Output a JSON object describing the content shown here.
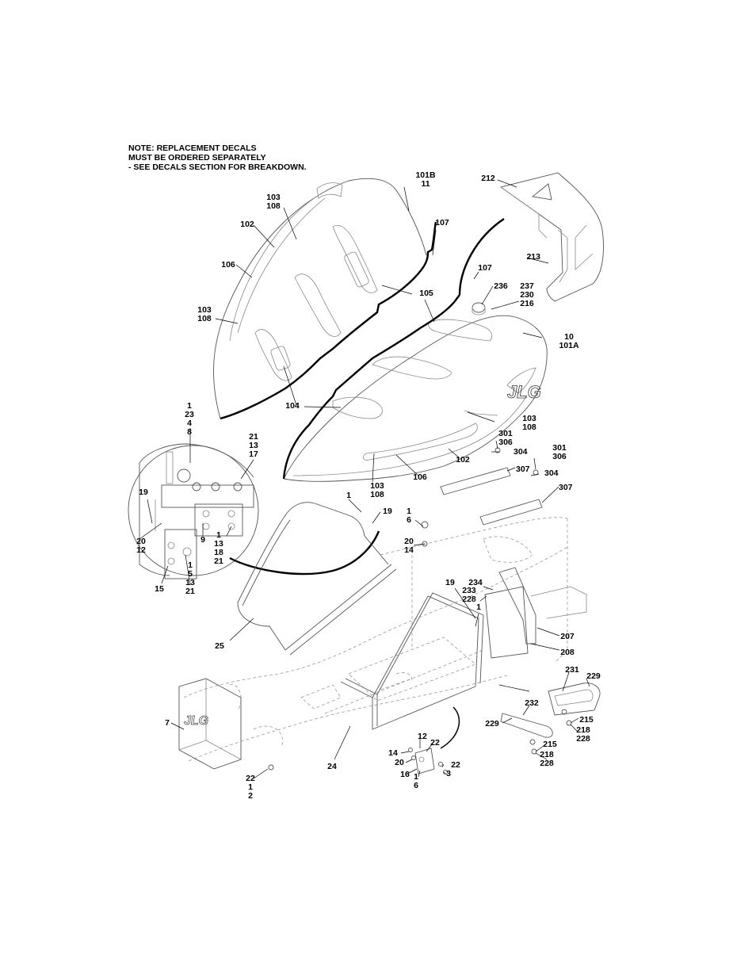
{
  "note": {
    "lines": [
      "NOTE: REPLACEMENT DECALS",
      "MUST BE ORDERED SEPARATELY",
      "- SEE DECALS SECTION FOR BREAKDOWN."
    ]
  },
  "logo_text": "JLG",
  "callouts": [
    {
      "id": "c01",
      "lines": [
        "101B",
        "11"
      ]
    },
    {
      "id": "c02",
      "lines": [
        "212"
      ]
    },
    {
      "id": "c03",
      "lines": [
        "103",
        "108"
      ]
    },
    {
      "id": "c04",
      "lines": [
        "102"
      ]
    },
    {
      "id": "c05",
      "lines": [
        "107"
      ]
    },
    {
      "id": "c06",
      "lines": [
        "213"
      ]
    },
    {
      "id": "c07",
      "lines": [
        "106"
      ]
    },
    {
      "id": "c08",
      "lines": [
        "107"
      ]
    },
    {
      "id": "c09",
      "lines": [
        "236"
      ]
    },
    {
      "id": "c10",
      "lines": [
        "237",
        "230",
        "216"
      ]
    },
    {
      "id": "c11",
      "lines": [
        "105"
      ]
    },
    {
      "id": "c12",
      "lines": [
        "103",
        "108"
      ]
    },
    {
      "id": "c13",
      "lines": [
        "10",
        "101A"
      ]
    },
    {
      "id": "c14",
      "lines": [
        "104"
      ]
    },
    {
      "id": "c15",
      "lines": [
        "1",
        "23",
        "4",
        "8"
      ]
    },
    {
      "id": "c16",
      "lines": [
        "103",
        "108"
      ]
    },
    {
      "id": "c17",
      "lines": [
        "21",
        "13",
        "17"
      ]
    },
    {
      "id": "c18",
      "lines": [
        "301",
        "306"
      ]
    },
    {
      "id": "c19",
      "lines": [
        "304"
      ]
    },
    {
      "id": "c20",
      "lines": [
        "102"
      ]
    },
    {
      "id": "c21",
      "lines": [
        "301",
        "306"
      ]
    },
    {
      "id": "c22",
      "lines": [
        "106"
      ]
    },
    {
      "id": "c23",
      "lines": [
        "307"
      ]
    },
    {
      "id": "c24",
      "lines": [
        "304"
      ]
    },
    {
      "id": "c25",
      "lines": [
        "103",
        "108"
      ]
    },
    {
      "id": "c26",
      "lines": [
        "307"
      ]
    },
    {
      "id": "c27",
      "lines": [
        "19"
      ]
    },
    {
      "id": "c28",
      "lines": [
        "1"
      ]
    },
    {
      "id": "c29",
      "lines": [
        "19"
      ]
    },
    {
      "id": "c30",
      "lines": [
        "1",
        "6"
      ]
    },
    {
      "id": "c31",
      "lines": [
        "20",
        "12"
      ]
    },
    {
      "id": "c32",
      "lines": [
        "9"
      ]
    },
    {
      "id": "c33",
      "lines": [
        "1",
        "13",
        "18",
        "21"
      ]
    },
    {
      "id": "c34",
      "lines": [
        "20",
        "14"
      ]
    },
    {
      "id": "c35",
      "lines": [
        "15"
      ]
    },
    {
      "id": "c36",
      "lines": [
        "1",
        "5",
        "13",
        "21"
      ]
    },
    {
      "id": "c37",
      "lines": [
        "234"
      ]
    },
    {
      "id": "c38",
      "lines": [
        "19"
      ]
    },
    {
      "id": "c39",
      "lines": [
        "233",
        "228"
      ]
    },
    {
      "id": "c40",
      "lines": [
        "1"
      ]
    },
    {
      "id": "c41",
      "lines": [
        "25"
      ]
    },
    {
      "id": "c42",
      "lines": [
        "207"
      ]
    },
    {
      "id": "c43",
      "lines": [
        "208"
      ]
    },
    {
      "id": "c44",
      "lines": [
        "231"
      ]
    },
    {
      "id": "c45",
      "lines": [
        "229"
      ]
    },
    {
      "id": "c46",
      "lines": [
        "232"
      ]
    },
    {
      "id": "c47",
      "lines": [
        "7"
      ]
    },
    {
      "id": "c48",
      "lines": [
        "229"
      ]
    },
    {
      "id": "c49",
      "lines": [
        "215"
      ]
    },
    {
      "id": "c50",
      "lines": [
        "218",
        "228"
      ]
    },
    {
      "id": "c51",
      "lines": [
        "12"
      ]
    },
    {
      "id": "c52",
      "lines": [
        "22"
      ]
    },
    {
      "id": "c53",
      "lines": [
        "215"
      ]
    },
    {
      "id": "c54",
      "lines": [
        "14"
      ]
    },
    {
      "id": "c55",
      "lines": [
        "20"
      ]
    },
    {
      "id": "c56",
      "lines": [
        "218",
        "228"
      ]
    },
    {
      "id": "c57",
      "lines": [
        "24"
      ]
    },
    {
      "id": "c58",
      "lines": [
        "22"
      ]
    },
    {
      "id": "c59",
      "lines": [
        "16"
      ]
    },
    {
      "id": "c60",
      "lines": [
        "3"
      ]
    },
    {
      "id": "c61",
      "lines": [
        "22",
        "1",
        "2"
      ]
    },
    {
      "id": "c62",
      "lines": [
        "1",
        "6"
      ]
    }
  ]
}
